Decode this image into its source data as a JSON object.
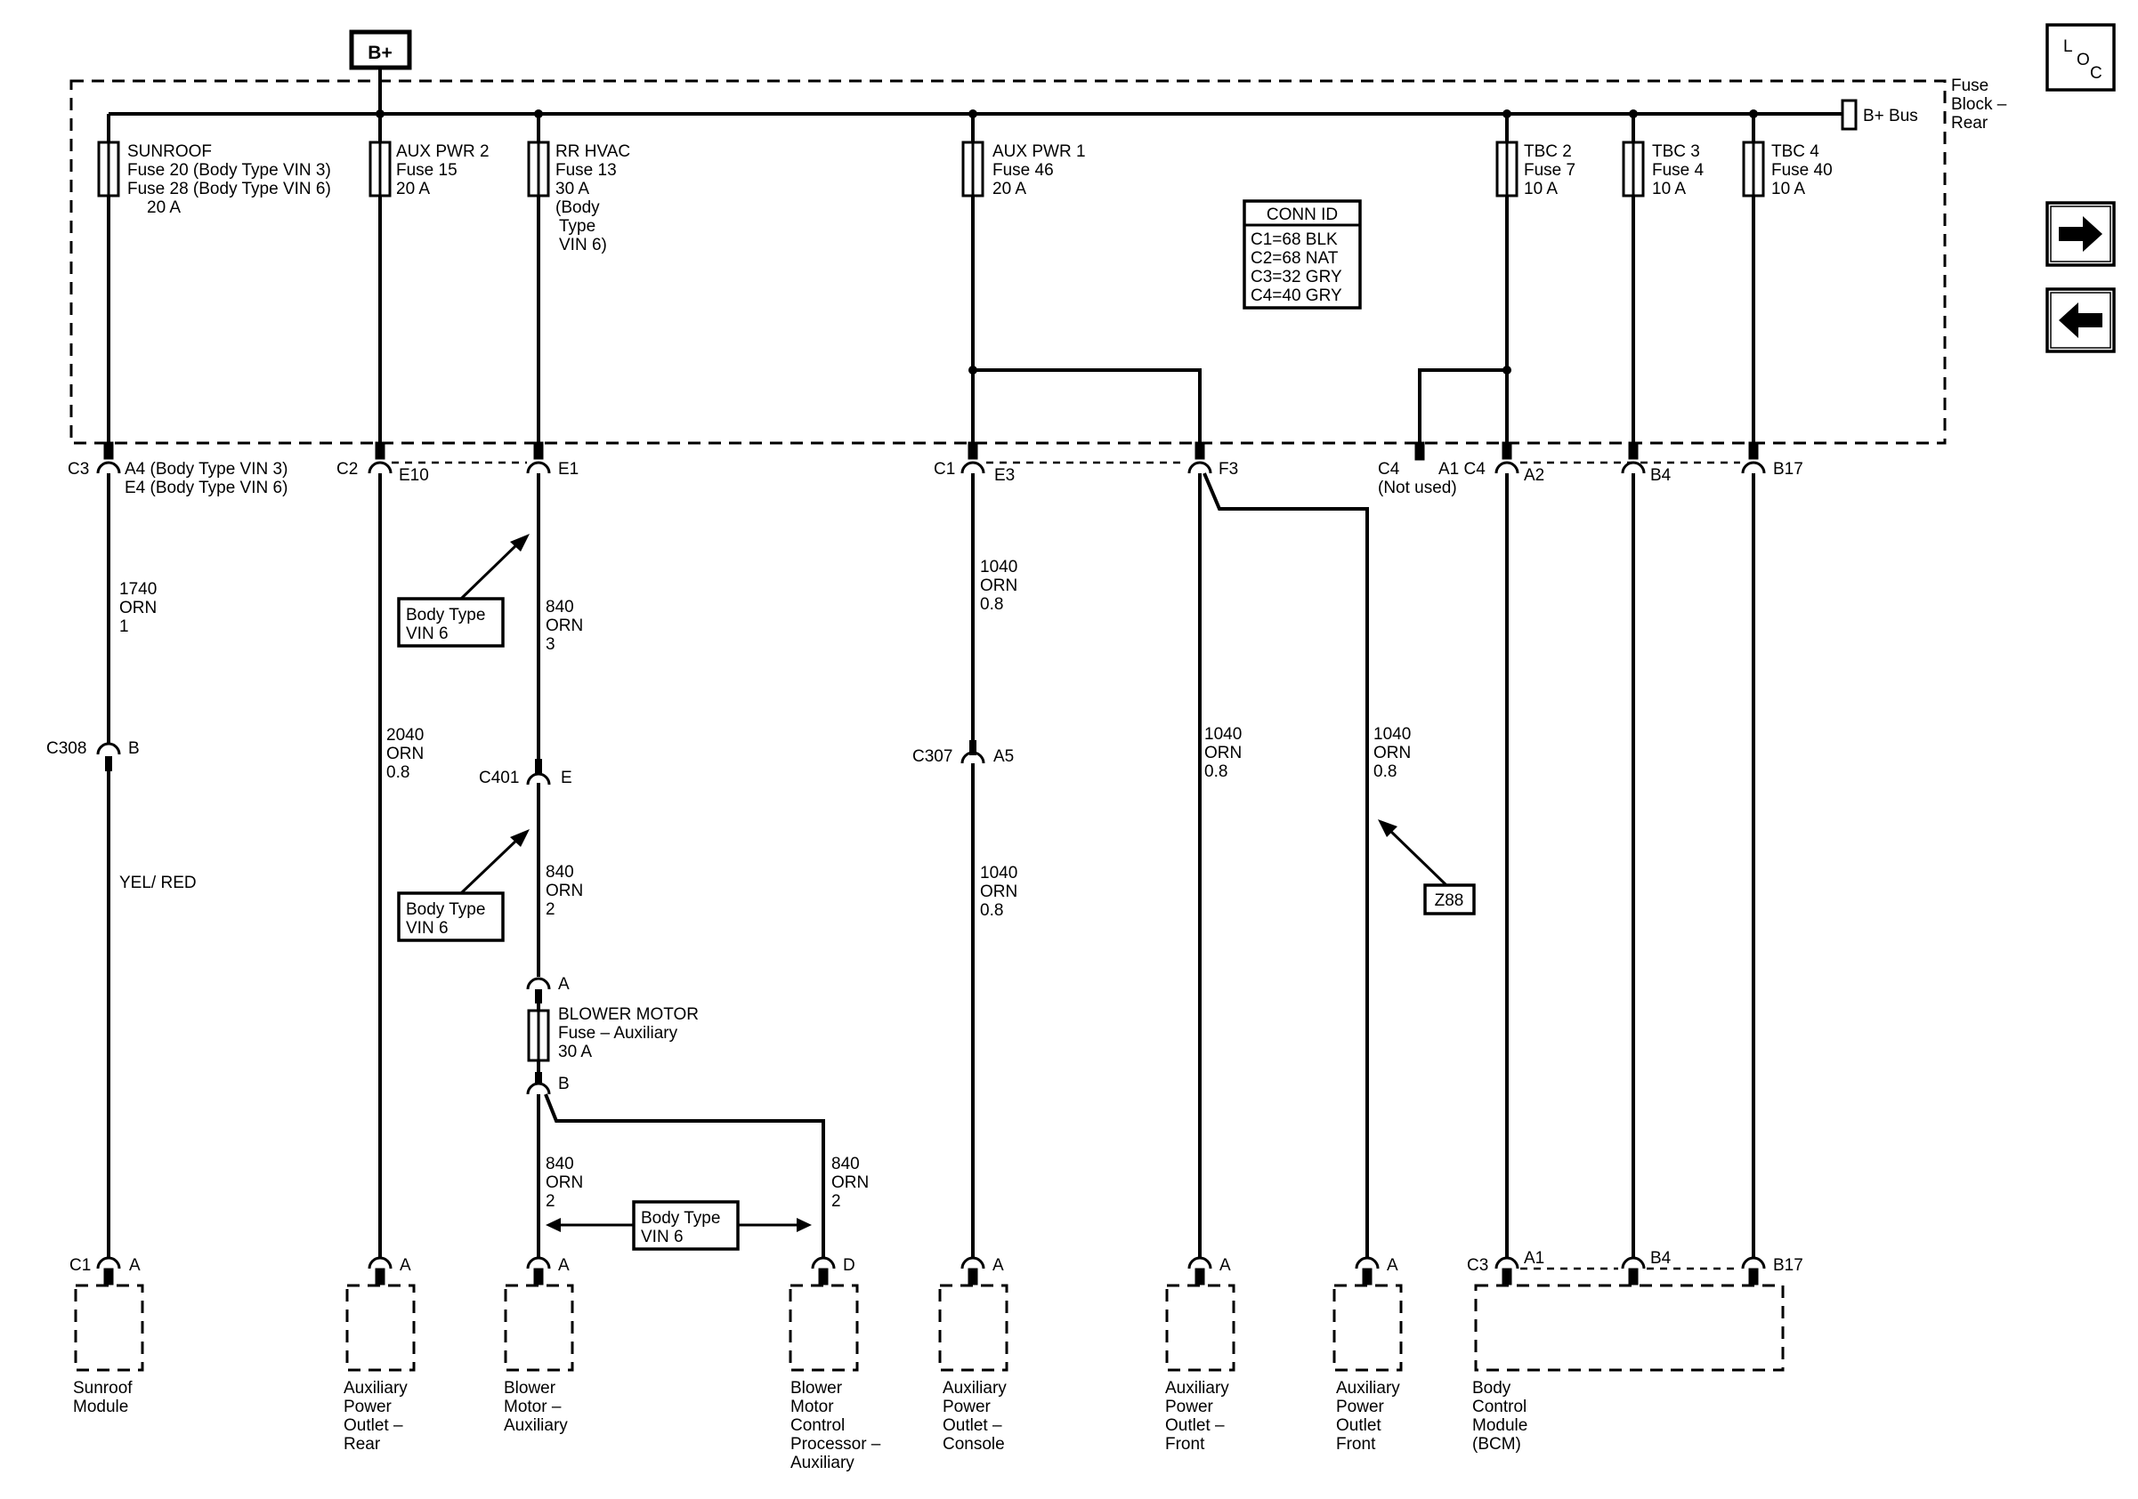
{
  "supply": {
    "label": "B+",
    "bus_label": "B+ Bus",
    "fuse_block_label": [
      "Fuse",
      "Block –",
      "Rear"
    ]
  },
  "nav": {
    "loc_letters": [
      "L",
      "O",
      "C"
    ],
    "next_icon": "arrow-right-icon",
    "prev_icon": "arrow-left-icon"
  },
  "fuses": [
    {
      "lines": [
        "SUNROOF",
        "Fuse 20 (Body Type VIN 3)",
        "Fuse 28 (Body Type VIN 6)",
        "20 A"
      ]
    },
    {
      "lines": [
        "AUX PWR 2",
        "Fuse 15",
        "20 A"
      ]
    },
    {
      "lines": [
        "RR HVAC",
        "Fuse 13",
        "30 A",
        "(Body",
        "Type",
        "VIN 6)"
      ]
    },
    {
      "lines": [
        "AUX PWR 1",
        "Fuse 46",
        "20 A"
      ]
    },
    {
      "lines": [
        "TBC 2",
        "Fuse 7",
        "10 A"
      ]
    },
    {
      "lines": [
        "TBC 3",
        "Fuse 4",
        "10 A"
      ]
    },
    {
      "lines": [
        "TBC 4",
        "Fuse 40",
        "10 A"
      ]
    }
  ],
  "conn_id": {
    "title": "CONN ID",
    "rows": [
      "C1=68 BLK",
      "C2=68 NAT",
      "C3=32 GRY",
      "C4=40 GRY"
    ]
  },
  "fuse_block_connectors": {
    "c3": "C3",
    "a4": "A4 (Body Type VIN 3)",
    "e4": "E4 (Body Type VIN 6)",
    "c2": "C2",
    "e10": "E10",
    "e1": "E1",
    "c1": "C1",
    "e3": "E3",
    "f3": "F3",
    "c4": "C4",
    "not_used": "(Not used)",
    "a1c4": "A1 C4",
    "a2": "A2",
    "b4": "B4",
    "b17": "B17"
  },
  "wires": {
    "w1740": [
      "1740",
      "ORN",
      "1"
    ],
    "w2040": [
      "2040",
      "ORN",
      "0.8"
    ],
    "w840_3": [
      "840",
      "ORN",
      "3"
    ],
    "w840_2a": [
      "840",
      "ORN",
      "2"
    ],
    "w840_2b": [
      "840",
      "ORN",
      "2"
    ],
    "w840_2c": [
      "840",
      "ORN",
      "2"
    ],
    "w1040_a": [
      "1040",
      "ORN",
      "0.8"
    ],
    "w1040_b": [
      "1040",
      "ORN",
      "0.8"
    ],
    "w1040_c": [
      "1040",
      "ORN",
      "0.8"
    ],
    "w1040_d": [
      "1040",
      "ORN",
      "0.8"
    ],
    "yel_red": "YEL/ RED"
  },
  "inline_connectors": {
    "c308": "C308",
    "c308_pin": "B",
    "c401": "C401",
    "c401_pin": "E",
    "c307": "C307",
    "c307_pin": "A5"
  },
  "notes": {
    "body_vin6_1": [
      "Body Type",
      "VIN 6"
    ],
    "body_vin6_2": [
      "Body Type",
      "VIN 6"
    ],
    "body_vin6_3": [
      "Body Type",
      "VIN 6"
    ],
    "z88": "Z88"
  },
  "blower_fuse": {
    "pin_in": "A",
    "pin_out": "B",
    "lines": [
      "BLOWER MOTOR",
      "Fuse – Auxiliary",
      "30 A"
    ]
  },
  "components": [
    {
      "conn": "C1",
      "pin": "A",
      "lines": [
        "Sunroof",
        "Module"
      ]
    },
    {
      "conn": "",
      "pin": "A",
      "lines": [
        "Auxiliary",
        "Power",
        "Outlet –",
        "Rear"
      ]
    },
    {
      "conn": "",
      "pin": "A",
      "lines": [
        "Blower",
        "Motor –",
        "Auxiliary"
      ]
    },
    {
      "conn": "",
      "pin": "D",
      "lines": [
        "Blower",
        "Motor",
        "Control",
        "Processor –",
        "Auxiliary"
      ]
    },
    {
      "conn": "",
      "pin": "A",
      "lines": [
        "Auxiliary",
        "Power",
        "Outlet –",
        "Console"
      ]
    },
    {
      "conn": "",
      "pin": "A",
      "lines": [
        "Auxiliary",
        "Power",
        "Outlet –",
        "Front"
      ]
    },
    {
      "conn": "",
      "pin": "A",
      "lines": [
        "Auxiliary",
        "Power",
        "Outlet",
        "Front"
      ]
    },
    {
      "conn": "C3",
      "pin": "A1",
      "pin2": "B4",
      "pin3": "B17",
      "lines": [
        "Body",
        "Control",
        "Module",
        "(BCM)"
      ]
    }
  ]
}
